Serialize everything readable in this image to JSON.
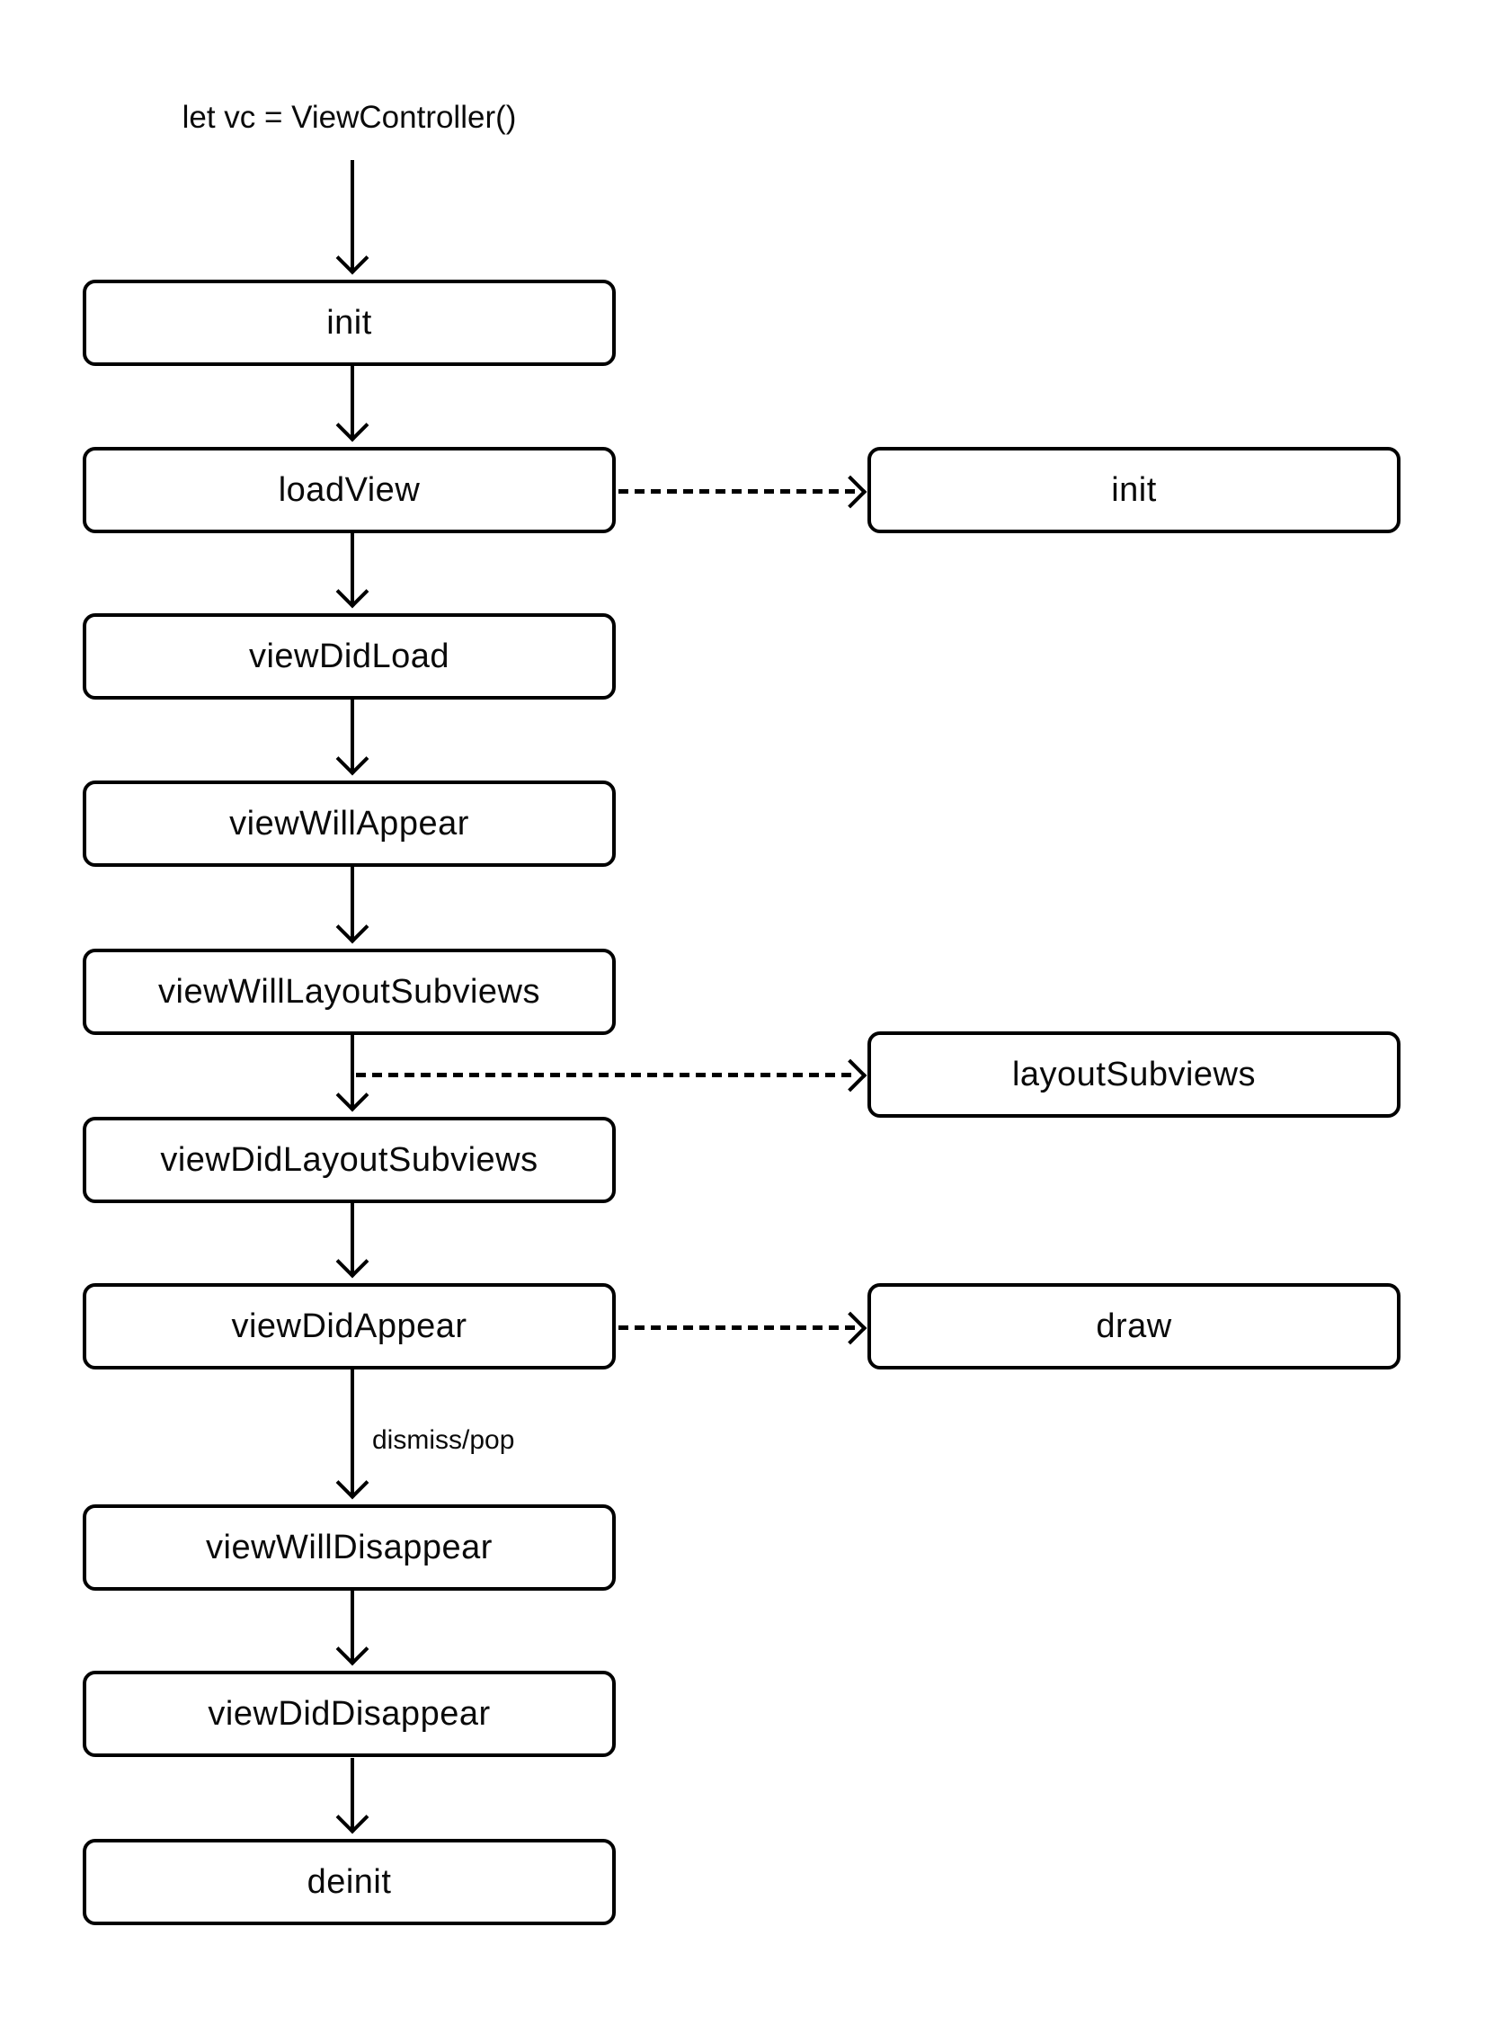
{
  "diagram": {
    "code_text": "let vc = ViewController()",
    "colors": {
      "stroke": "#000000",
      "text": "#0a0a0a",
      "background": "#ffffff"
    },
    "left_nodes": [
      {
        "id": "init",
        "label": "init"
      },
      {
        "id": "loadView",
        "label": "loadView"
      },
      {
        "id": "viewDidLoad",
        "label": "viewDidLoad"
      },
      {
        "id": "viewWillAppear",
        "label": "viewWillAppear"
      },
      {
        "id": "viewWillLayoutSubviews",
        "label": "viewWillLayoutSubviews"
      },
      {
        "id": "viewDidLayoutSubviews",
        "label": "viewDidLayoutSubviews"
      },
      {
        "id": "viewDidAppear",
        "label": "viewDidAppear"
      },
      {
        "id": "viewWillDisappear",
        "label": "viewWillDisappear"
      },
      {
        "id": "viewDidDisappear",
        "label": "viewDidDisappear"
      },
      {
        "id": "deinit",
        "label": "deinit"
      }
    ],
    "right_nodes": [
      {
        "id": "view-init",
        "label": "init"
      },
      {
        "id": "layoutSubviews",
        "label": "layoutSubviews"
      },
      {
        "id": "draw",
        "label": "draw"
      }
    ],
    "edges": [
      {
        "from": "code",
        "to": "init",
        "style": "solid",
        "label": ""
      },
      {
        "from": "init",
        "to": "loadView",
        "style": "solid",
        "label": ""
      },
      {
        "from": "loadView",
        "to": "viewDidLoad",
        "style": "solid",
        "label": ""
      },
      {
        "from": "viewDidLoad",
        "to": "viewWillAppear",
        "style": "solid",
        "label": ""
      },
      {
        "from": "viewWillAppear",
        "to": "viewWillLayoutSubviews",
        "style": "solid",
        "label": ""
      },
      {
        "from": "viewWillLayoutSubviews",
        "to": "viewDidLayoutSubviews",
        "style": "solid",
        "label": ""
      },
      {
        "from": "viewDidLayoutSubviews",
        "to": "viewDidAppear",
        "style": "solid",
        "label": ""
      },
      {
        "from": "viewDidAppear",
        "to": "viewWillDisappear",
        "style": "solid",
        "label": "dismiss/pop"
      },
      {
        "from": "viewWillDisappear",
        "to": "viewDidDisappear",
        "style": "solid",
        "label": ""
      },
      {
        "from": "viewDidDisappear",
        "to": "deinit",
        "style": "solid",
        "label": ""
      },
      {
        "from": "loadView",
        "to": "view-init",
        "style": "dashed",
        "label": ""
      },
      {
        "from": "viewWillLayoutSubviews",
        "to": "layoutSubviews",
        "style": "dashed",
        "label": ""
      },
      {
        "from": "viewDidAppear",
        "to": "draw",
        "style": "dashed",
        "label": ""
      }
    ]
  }
}
